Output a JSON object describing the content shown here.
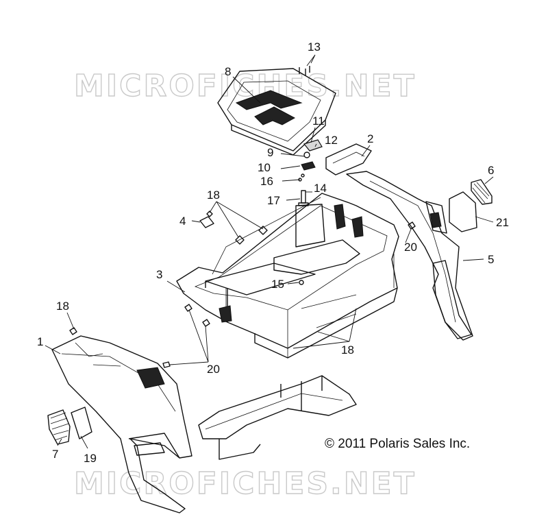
{
  "watermark": {
    "text": "MICROFICHES.NET"
  },
  "copyright": "© 2011 Polaris Sales Inc.",
  "callouts": [
    "13",
    "8",
    "11",
    "2",
    "12",
    "9",
    "10",
    "16",
    "14",
    "6",
    "17",
    "18",
    "4",
    "21",
    "20",
    "5",
    "3",
    "15",
    "18",
    "1",
    "18",
    "20",
    "7",
    "19"
  ]
}
